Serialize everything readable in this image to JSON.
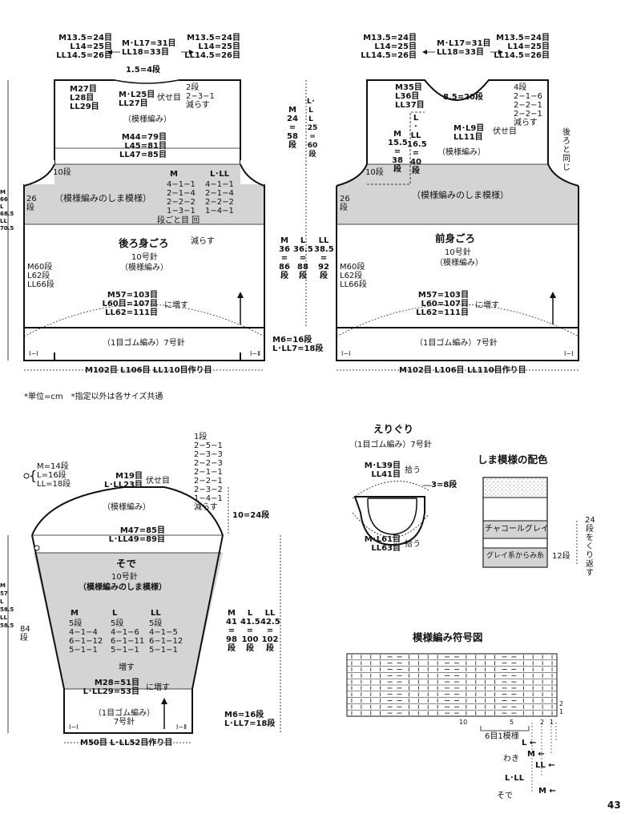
{
  "colors": {
    "ink": "#111111",
    "shade": "#d4d4d4",
    "stipple": "#9a9a9a"
  },
  "back": {
    "shoulder_left": [
      "M13.5=24目",
      "L14=25目",
      "LL14.5=26目"
    ],
    "neck_top": [
      "M･L17=31目",
      "LL18=33目"
    ],
    "shoulder_right": [
      "M13.5=24目",
      "L14=25目",
      "LL14.5=26目"
    ],
    "neck_depth": "1.5=4段",
    "neck_left": [
      "M27目",
      "L28目",
      "LL29目"
    ],
    "neck_center": [
      "M･L25目",
      "LL27目"
    ],
    "bind_off": "伏せ目",
    "neck_dec": [
      "2段",
      "2−3−1",
      "減らす"
    ],
    "pattern_top": "（模様編み）",
    "chest_counts": [
      "M44=79目",
      "L45=81目",
      "LL47=85目"
    ],
    "armhole_rows": "10段",
    "stripe_rows": [
      "26",
      "段"
    ],
    "stripe_label": "（模様編みのしま模様）",
    "dec_head": [
      "M",
      "L･LL"
    ],
    "dec_m": [
      "4−1−1",
      "2−1−4",
      "2−2−2",
      "1−3−1"
    ],
    "dec_l": [
      "4−1−1",
      "2−1−4",
      "2−2−2",
      "1−4−1"
    ],
    "dec_note": "段ごと目 回",
    "dec_word": "減らす",
    "title": "後ろ身ごろ",
    "needle": "10号針",
    "pattern": "（模様編み）",
    "side_rows": [
      "M60段",
      "L62段",
      "LL66段"
    ],
    "hem_counts": [
      "M57=103目",
      "L60目=107目",
      "LL62=111目"
    ],
    "increase": "に増す",
    "rib": "（1目ゴム編み）7号針",
    "rib_rows": [
      "M6=16段",
      "L･LL7=18段"
    ],
    "cast_on": "M102目 L106目 LL110目作り目",
    "armhole_depth": {
      "M": "M",
      "M_val": "24",
      "M_rows": "58",
      "L": "L･LL",
      "L_val": "25",
      "L_rows": "60",
      "unit": "段"
    },
    "body_len": {
      "M": "M",
      "M_val": "36",
      "M_rows": "86",
      "L": "L",
      "L_val": "36.5",
      "L_rows": "88",
      "LL": "LL",
      "LL_val": "38.5",
      "LL_rows": "92",
      "unit": "段"
    },
    "left_edge": [
      "M",
      "66",
      "L",
      "68.5",
      "LL",
      "70.5"
    ],
    "tick_l": "Ⅰ−Ⅰ",
    "tick_r": "Ⅰ−Ⅱ"
  },
  "front": {
    "shoulder_left": [
      "M13.5=24目",
      "L14=25目",
      "LL14.5=26目"
    ],
    "neck_top": [
      "M･L17=31目",
      "LL18=33目"
    ],
    "shoulder_right": [
      "M13.5=24目",
      "L14=25目",
      "LL14.5=26目"
    ],
    "neck_left": [
      "M35目",
      "L36目",
      "LL37目"
    ],
    "neck_depth": "8.5=20段",
    "neck_dec": [
      "4段",
      "2−1−6",
      "2−2−1",
      "2−2−1",
      "減らす"
    ],
    "neck_center": [
      "M･L9目",
      "LL11目"
    ],
    "bind_off": "伏せ目",
    "neck_m": [
      "M",
      "15.5",
      "38",
      "段"
    ],
    "neck_l": [
      "L",
      "16.5",
      "40",
      "段"
    ],
    "same_as_back": "後ろと同じ",
    "pattern_top": "（模様編み）",
    "armhole_rows": "10段",
    "stripe_rows": [
      "26",
      "段"
    ],
    "stripe_label": "（模様編みのしま模様）",
    "title": "前身ごろ",
    "needle": "10号針",
    "pattern": "（模様編み）",
    "side_rows": [
      "M60段",
      "L62段",
      "LL66段"
    ],
    "hem_counts": [
      "M57=103目",
      "L60=107目",
      "LL62=111目"
    ],
    "increase": "に増す",
    "rib": "（1目ゴム編み）7号針",
    "cast_on": "M102目 L106目 LL110目作り目",
    "tick_l": "Ⅰ−Ⅰ",
    "tick_r": "Ⅰ−Ⅰ"
  },
  "notes": "*単位=cm　*指定以外は各サイズ共通",
  "sleeve": {
    "cap_rows": [
      "M=14段",
      "L=16段",
      "LL=18段"
    ],
    "top_counts": [
      "M19目",
      "L･LL23目"
    ],
    "bind_off": "伏せ目",
    "cap_dec": [
      "1段",
      "2−5−1",
      "2−3−3",
      "2−2−3",
      "2−1−1",
      "2−2−1",
      "2−3−2",
      "1−4−1",
      "減らす"
    ],
    "cap_pattern": "（模様編み）",
    "cap_depth": "10=24段",
    "upper_counts": [
      "M47=85目",
      "L･LL49=89目"
    ],
    "title": "そで",
    "needle": "10号針",
    "stripe_label": "（模様編みのしま模様）",
    "inc_head": [
      "M",
      "L",
      "LL"
    ],
    "inc_m": [
      "5段",
      "4−1−4",
      "6−1−12",
      "5−1−1"
    ],
    "inc_l": [
      "5段",
      "4−1−6",
      "6−1−11",
      "5−1−1"
    ],
    "inc_ll": [
      "5段",
      "4−1−5",
      "6−1−12",
      "5−1−1"
    ],
    "inc_word": "増す",
    "side_rows": [
      "84",
      "段"
    ],
    "cuff_counts": [
      "M28=51目",
      "L･LL29=53目"
    ],
    "cuff_inc": "に増す",
    "rib": [
      "（1目ゴム編み）",
      "7号針"
    ],
    "rib_rows": [
      "M6=16段",
      "L･LL7=18段"
    ],
    "cast_on": "M50目 L･LL52目作り目",
    "length": {
      "M": "M",
      "M_val": "41",
      "M_rows": "98",
      "L": "L",
      "L_val": "41.5",
      "L_rows": "100",
      "LL": "LL",
      "LL_val": "42.5",
      "LL_rows": "102",
      "unit": "段"
    },
    "left_edge": [
      "M",
      "57",
      "L",
      "58.5",
      "LL",
      "58.5"
    ],
    "tick_l": "Ⅰ−Ⅰ",
    "tick_r": "Ⅰ−Ⅱ"
  },
  "collar": {
    "title": "えりぐり",
    "sub": "（1目ゴム編み）7号針",
    "top_counts": [
      "M･L39目",
      "LL41目"
    ],
    "pick": "拾う",
    "depth": "3=8段",
    "bottom_counts": [
      "M･L61目",
      "LL63目"
    ],
    "pick2": "拾う"
  },
  "stripe": {
    "title": "しま模様の配色",
    "band1": "チャコールグレイ",
    "band2": "グレイ系からみ糸",
    "band2_rows": "12段",
    "repeat": [
      "24",
      "段",
      "を",
      "く",
      "り",
      "返",
      "す"
    ]
  },
  "chart": {
    "title": "模様編み符号図",
    "row_nums": [
      "2",
      "1"
    ],
    "col_nums": [
      "10",
      "5",
      "2",
      "1"
    ],
    "repeat": "6目1模様",
    "marks": [
      "L",
      "わき",
      "LL",
      "L･LL",
      "M",
      "そで",
      "M"
    ]
  },
  "page_number": "43"
}
